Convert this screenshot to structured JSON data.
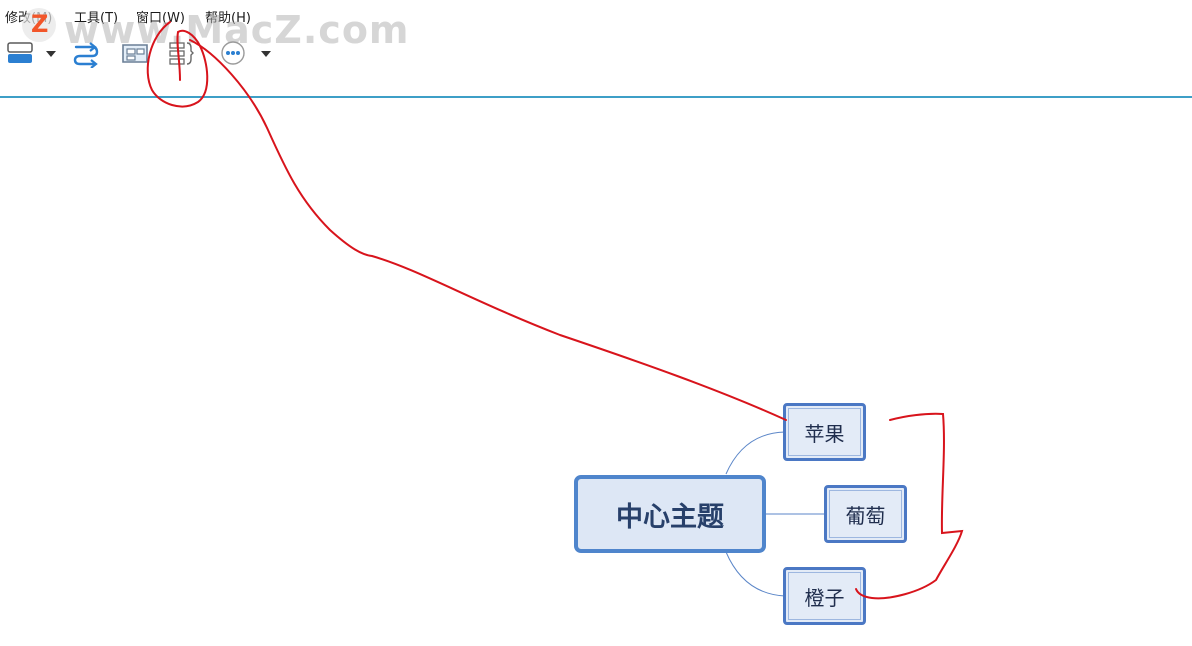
{
  "menu": {
    "items": [
      {
        "label": "修改(M)"
      },
      {
        "label": "工具(T)"
      },
      {
        "label": "窗口(W)"
      },
      {
        "label": "帮助(H)"
      }
    ]
  },
  "toolbar": {
    "buttons": [
      {
        "icon": "layout-icon"
      },
      {
        "icon": "relationship-icon"
      },
      {
        "icon": "boundary-icon"
      },
      {
        "icon": "summary-icon"
      },
      {
        "icon": "more-icon"
      }
    ]
  },
  "watermark": {
    "text": "www.MacZ.com",
    "logo_letter": "Z"
  },
  "mindmap": {
    "central": {
      "label": "中心主题"
    },
    "topics": [
      {
        "label": "苹果"
      },
      {
        "label": "葡萄"
      },
      {
        "label": "橙子"
      }
    ]
  },
  "colors": {
    "accent_line": "#3d9fc7",
    "topic_border": "#4b78c4",
    "topic_fill": "#e3ebf7",
    "annotation_red": "#d8141c"
  }
}
